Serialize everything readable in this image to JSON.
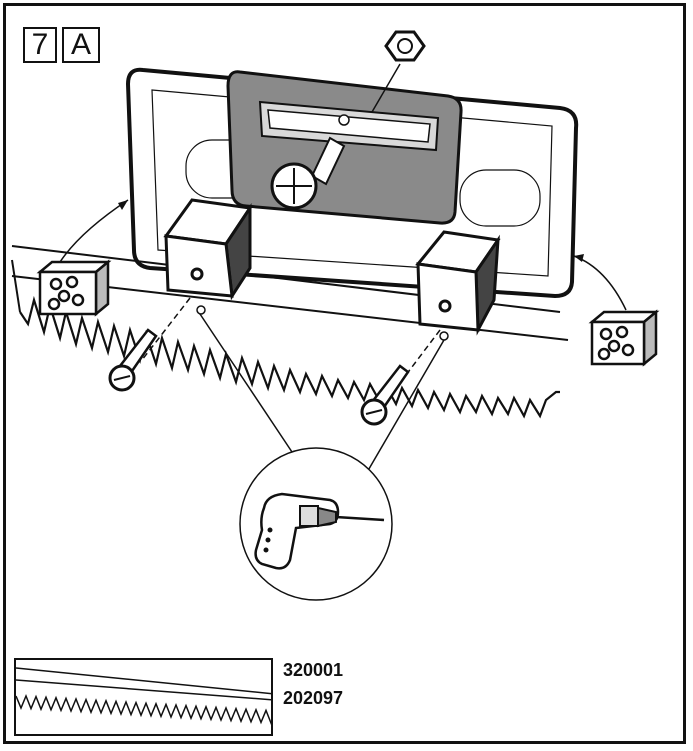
{
  "step": {
    "number": "7",
    "letter": "A"
  },
  "parts": {
    "rack_code": "320001",
    "gear_code": "202097"
  },
  "colors": {
    "line": "#111111",
    "bracket_fill": "#8a8a8a",
    "paper": "#ffffff"
  },
  "icons": [
    "nut-icon",
    "screw-icon",
    "drill-icon",
    "spacer-block-icon"
  ]
}
